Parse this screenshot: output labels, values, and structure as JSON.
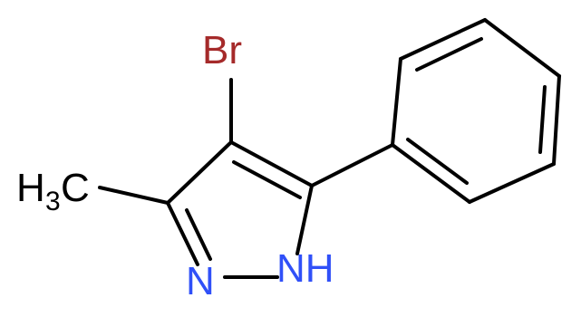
{
  "molecule": {
    "atoms": {
      "br": {
        "label": "Br",
        "color": "#a52a2a"
      },
      "methyl": {
        "label": "H",
        "subscript": "3",
        "suffix": "C",
        "color": "#000000"
      },
      "n_ring": {
        "label": "N",
        "color": "#3050f8"
      },
      "nh": {
        "label": "NH",
        "color": "#3050f8"
      }
    },
    "bond_color": "#000000"
  }
}
